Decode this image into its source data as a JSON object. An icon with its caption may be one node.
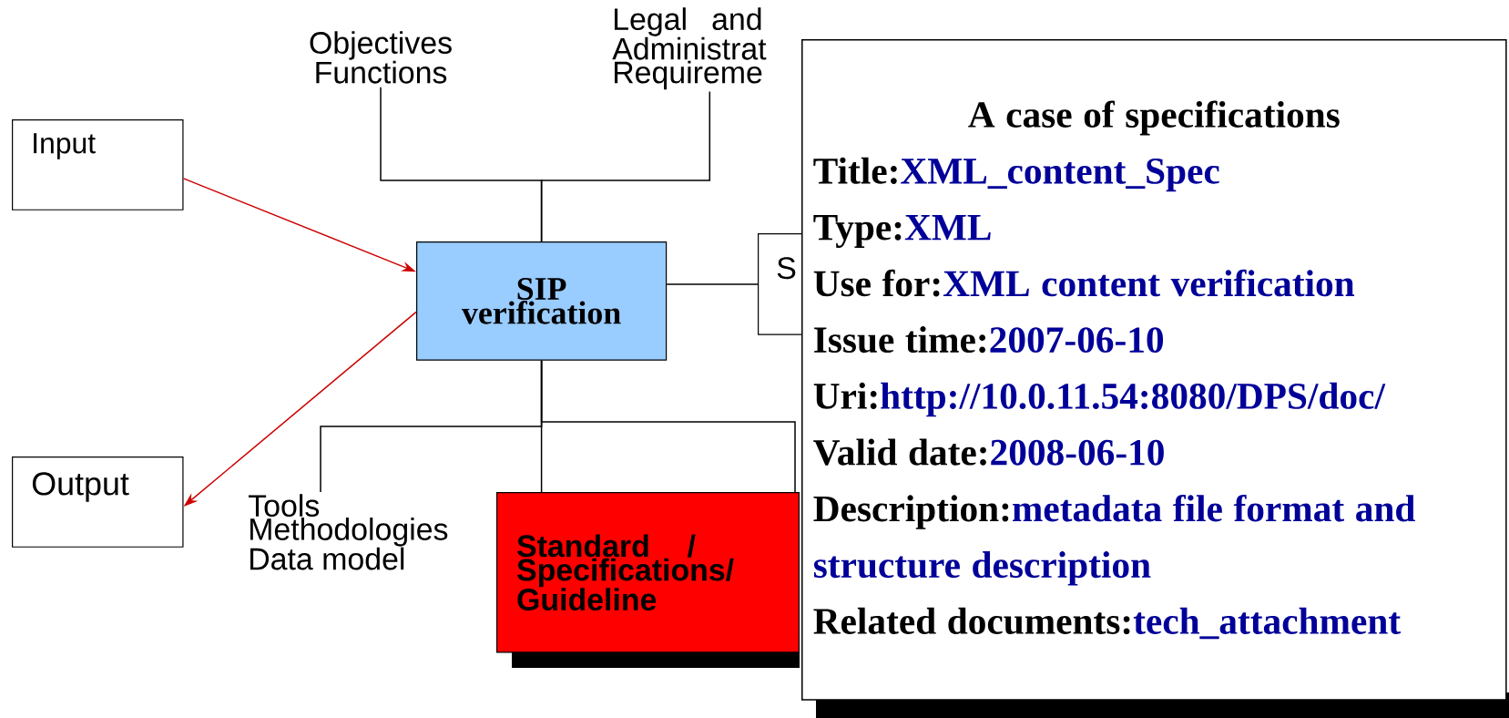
{
  "diagram": {
    "nodes": [
      {
        "text": [
          "Input"
        ]
      },
      {
        "text": [
          "Output"
        ]
      },
      {
        "text": [
          "Objectives Functions"
        ]
      },
      {
        "text": [
          "Legal and Administrat Requireme"
        ]
      },
      {
        "text": [
          "SIP verification"
        ]
      },
      {
        "text": [
          "S"
        ]
      },
      {
        "text": [
          "Tools Methodologies Data model"
        ]
      },
      {
        "text": [
          "Standard / Specifications/ Guideline"
        ]
      },
      {
        "text": [
          "A case of  specifications",
          "Title:",
          "XML_content_Spec",
          "Type:",
          "XML",
          "Use for:",
          "XML content verification",
          "Issue time:",
          "2007-06-10",
          "Uri:",
          "http://10.0.11.54:8080/DPS/doc/",
          "Valid date:",
          "2008-06-10",
          "Description:",
          "metadata file format and structure description",
          "Related documents:",
          "tech_attachment"
        ]
      }
    ],
    "edges": [
      {
        "from": 0,
        "to": 4,
        "arrow": "to",
        "color": "#cc0000"
      },
      {
        "from": 4,
        "to": 1,
        "arrow": "to",
        "color": "#cc0000"
      },
      {
        "from": 2,
        "to": 4,
        "arrow": "none"
      },
      {
        "from": 3,
        "to": 4,
        "arrow": "none"
      },
      {
        "from": 4,
        "to": 5,
        "arrow": "none"
      },
      {
        "from": 4,
        "to": 6,
        "arrow": "none"
      },
      {
        "from": 4,
        "to": 7,
        "arrow": "none"
      },
      {
        "from": 4,
        "to": 7,
        "arrow": "none"
      }
    ]
  }
}
